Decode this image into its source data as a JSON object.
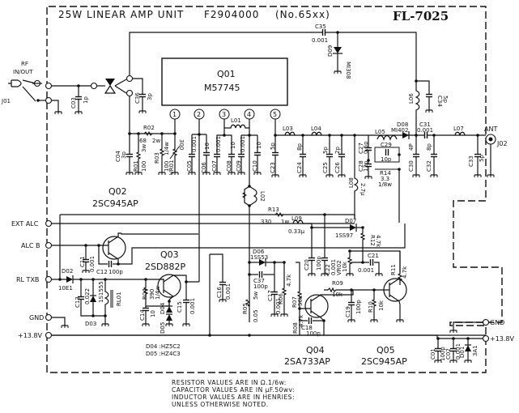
{
  "header": {
    "title": "25W LINEAR AMP UNIT",
    "part_number": "F2904000",
    "serial": "(No.65xx)",
    "model": "FL-7025"
  },
  "ic": {
    "ref": "Q01",
    "part": "M57745",
    "pins": [
      "1",
      "2",
      "3",
      "4",
      "5"
    ]
  },
  "connectors": {
    "j01": {
      "ref": "J01",
      "label": "RF",
      "label2": "IN/OUT"
    },
    "j02": {
      "ref": "J02",
      "label": "ANT"
    }
  },
  "terminals": {
    "ext_alc": "EXT ALC",
    "alc_b": "ALC B",
    "rl_txb": "RL TXB",
    "gnd_left": "GND",
    "v_left": "+13.8V",
    "gnd_right": "GND",
    "v_right": "+13.8V"
  },
  "transistors": [
    {
      "ref": "Q02",
      "part": "2SC945AP"
    },
    {
      "ref": "Q03",
      "part": "2SD882P"
    },
    {
      "ref": "Q04",
      "part": "2SA733AP"
    },
    {
      "ref": "Q05",
      "part": "2SC945AP"
    }
  ],
  "components": {
    "C03": {
      "ref": "C03",
      "val": "1p"
    },
    "C36": {
      "ref": "C36",
      "val": "3p"
    },
    "C35": {
      "ref": "C35",
      "val": "0.001"
    },
    "D09": {
      "ref": "D09",
      "val": "MI308"
    },
    "L06": {
      "ref": "L06",
      "val": ""
    },
    "C34": {
      "ref": "C34",
      "val": "5p"
    },
    "R02": {
      "ref": "R02",
      "val": "68",
      "val2": "2w"
    },
    "R01": {
      "ref": "R01",
      "val": "100",
      "val2": "3w"
    },
    "R03": {
      "ref": "R03",
      "val": "100",
      "val2": "1/4w"
    },
    "VR01": {
      "ref": "VR01",
      "val": "300"
    },
    "C04": {
      "ref": "C04",
      "val": "3p"
    },
    "C05": {
      "ref": "C05",
      "val": "0.001"
    },
    "C06": {
      "ref": "C06",
      "val": "10"
    },
    "C07": {
      "ref": "C07",
      "val": "0.001"
    },
    "C08": {
      "ref": "C08",
      "val": "10"
    },
    "C09": {
      "ref": "C09",
      "val": "0.001"
    },
    "C10": {
      "ref": "C10",
      "val": "10"
    },
    "L01": {
      "ref": "L01"
    },
    "L02": {
      "ref": "L02"
    },
    "C23": {
      "ref": "C23",
      "val": "5p"
    },
    "L03": {
      "ref": "L03"
    },
    "L04": {
      "ref": "L04"
    },
    "C24": {
      "ref": "C24",
      "val": "8p"
    },
    "C25": {
      "ref": "C25",
      "val": "5p"
    },
    "C26": {
      "ref": "C26",
      "val": "2p"
    },
    "C27": {
      "ref": "C27",
      "val": "0.5p"
    },
    "C28": {
      "ref": "C28",
      "val": "12p"
    },
    "L08": {
      "ref": "L08",
      "val": "2.7μ"
    },
    "L05": {
      "ref": "L05"
    },
    "C29": {
      "ref": "C29",
      "val": "10p"
    },
    "R14": {
      "ref": "R14",
      "val": "3.3",
      "val2": "1/8w"
    },
    "D08": {
      "ref": "D08",
      "val": "MI402"
    },
    "C31": {
      "ref": "C31",
      "val": "0.001"
    },
    "C30": {
      "ref": "C30",
      "val": "4P"
    },
    "C32": {
      "ref": "C32",
      "val": "8p"
    },
    "L07": {
      "ref": "L07"
    },
    "C33": {
      "ref": "C33",
      "val": "5p"
    },
    "R13": {
      "ref": "R13",
      "val": "330",
      "val2": "1w"
    },
    "L09": {
      "ref": "L09",
      "val": "0.33μ"
    },
    "D07": {
      "ref": "D07",
      "val": "1SS97"
    },
    "R12": {
      "ref": "R12",
      "val": "4.7k"
    },
    "C11": {
      "ref": "C11",
      "val": "0.001"
    },
    "C12": {
      "ref": "C12",
      "val": "100p"
    },
    "D02": {
      "ref": "D02",
      "val": "10E1"
    },
    "C13": {
      "ref": "C13",
      "val": "0.022"
    },
    "D03": {
      "ref": "D03",
      "val": "1S1555"
    },
    "RL01": {
      "ref": "RL01"
    },
    "R04": {
      "ref": "R04",
      "val": "390",
      "val2": "1/4w"
    },
    "C14": {
      "ref": "C14",
      "val": "10"
    },
    "D04": {
      "ref": "D04"
    },
    "D05": {
      "ref": "D05"
    },
    "C15": {
      "ref": "C15",
      "val": "0.001"
    },
    "C16": {
      "ref": "C16",
      "val": "0.001"
    },
    "R05": {
      "ref": "R05",
      "val": "0.05",
      "val2": "5w"
    },
    "D06": {
      "ref": "D06",
      "val": "1SS53"
    },
    "C37": {
      "ref": "C37",
      "val": "100p"
    },
    "C17": {
      "ref": "C17",
      "val": "0.001"
    },
    "R06": {
      "ref": "R06",
      "val": "4.7k"
    },
    "R07": {
      "ref": "R07",
      "val": "56k"
    },
    "C18": {
      "ref": "C18",
      "val": "100p"
    },
    "R08": {
      "ref": "R08",
      "val": "4.7k"
    },
    "C20": {
      "ref": "C20",
      "val": "100p"
    },
    "C22": {
      "ref": "C22",
      "val": "0.001"
    },
    "VR02": {
      "ref": "VR02",
      "val": "10k"
    },
    "C21": {
      "ref": "C21",
      "val": "0.001"
    },
    "R09": {
      "ref": "R09",
      "val": "10k"
    },
    "C19": {
      "ref": "C19",
      "val": "100p"
    },
    "R10": {
      "ref": "R10",
      "val": "10k"
    },
    "R11": {
      "ref": "R11",
      "val": "4.7k"
    },
    "C01": {
      "ref": "C01",
      "val": "100p"
    },
    "C02": {
      "ref": "C02",
      "val": "0.001"
    },
    "D01": {
      "ref": "D01",
      "val": "3A1"
    }
  },
  "zener_legend": [
    "D04 :HZ5C2",
    "D05 :HZ4C3"
  ],
  "notes": [
    "RESISTOR VALUES ARE IN Ω.1/6w:",
    "CAPACITOR VALUES ARE IN μF.50wv:",
    "INDUCTOR VALUES ARE IN HENRIES:",
    "UNLESS OTHERWISE NOTED."
  ]
}
